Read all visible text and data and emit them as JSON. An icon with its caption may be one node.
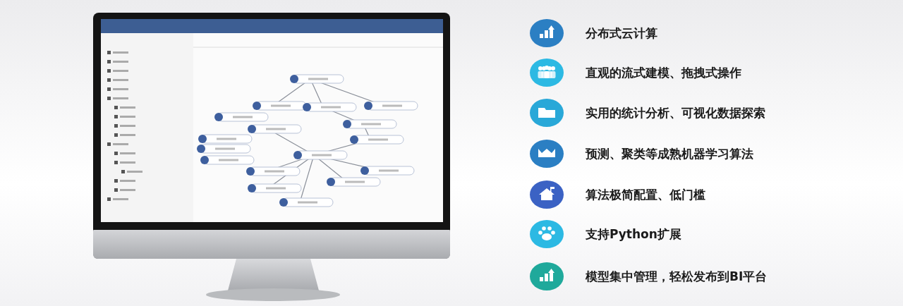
{
  "diagram": {
    "labels": [
      "分布式云计算",
      "直观的流式建模、拖拽式操作",
      "实用的统计分析、可视化数据探索",
      "预测、聚类等成熟机器学习算法",
      "算法极简配置、低门槛",
      "支持Python扩展",
      "模型集中管理，轻松发布到BI平台"
    ]
  }
}
